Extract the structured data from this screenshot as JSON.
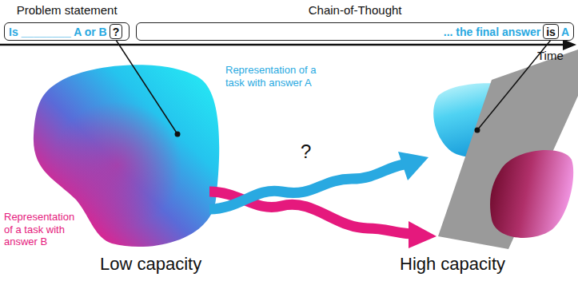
{
  "diagram": {
    "nodes": [
      {
        "text": [
          "Problem statement",
          "Is ________ A or B"
        ]
      },
      {
        "text": [
          "?"
        ],
        "in": 0
      },
      {
        "text": [
          "Chain-of-Thought",
          "... the final answer",
          "A"
        ]
      },
      {
        "text": [
          "is"
        ],
        "in": 2
      }
    ],
    "labels": [
      "Time",
      "Representation of a task with answer A",
      "Representation of a task with answer B",
      "?",
      "Low capacity",
      "High capacity"
    ]
  }
}
